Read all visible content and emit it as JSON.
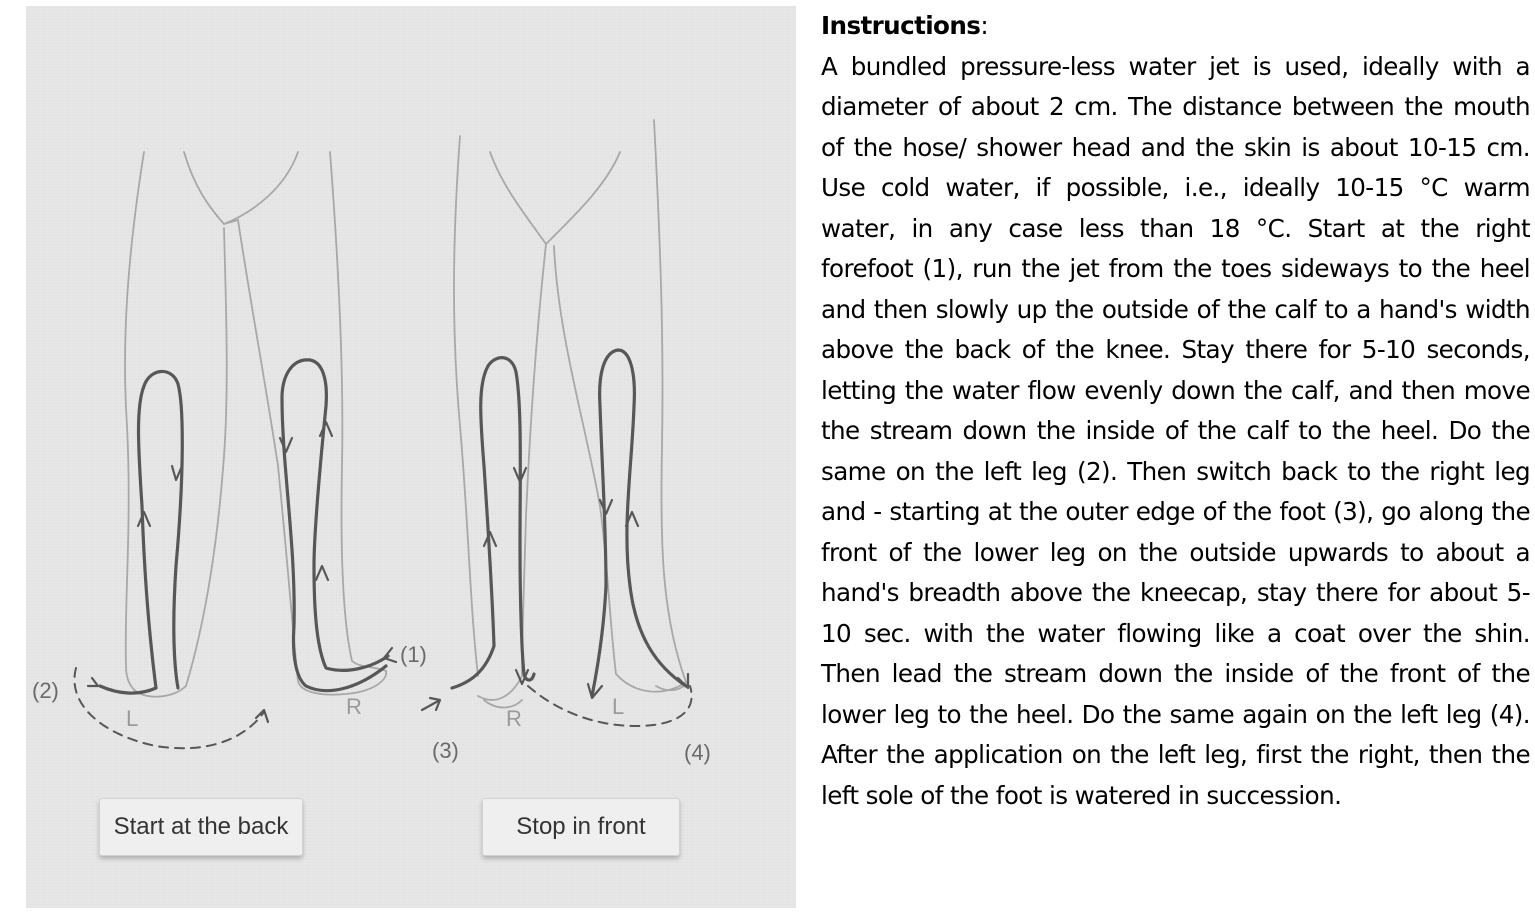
{
  "figure": {
    "labels": {
      "step1": "(1)",
      "step2": "(2)",
      "step3": "(3)",
      "step4": "(4)"
    },
    "side_letters": {
      "back_left": "L",
      "back_right": "R",
      "front_right": "R",
      "front_left": "L"
    },
    "buttons": {
      "back_label": "Start at the back",
      "front_label": "Stop in front"
    },
    "colors": {
      "panel_background": "#e7e7e7",
      "outline": "#a8a8a8",
      "path": "#575757"
    }
  },
  "instructions": {
    "heading": "Instructions",
    "heading_suffix": ":",
    "body": "A bundled pressure-less water jet is used, ideally with a diameter of about 2 cm. The distance between the mouth of the hose/ shower head and the skin is about 10-15 cm. Use cold water, if possible, i.e., ideally 10-15 °C warm water, in any case less than 18 °C. Start at the right forefoot (1), run the jet from the toes sideways to the heel and then slowly up the outside of the calf to a hand's width above the back of the knee. Stay there for 5-10 seconds, letting the water flow evenly down the calf, and then move the stream down the inside of the calf to the heel. Do the same on the left leg (2). Then switch back to the right leg and - starting at the outer edge of the foot (3), go along the front of the lower leg on the outside upwards to about a hand's breadth above the kneecap, stay there for about 5-10 sec. with the water flowing like a coat over the shin. Then lead the stream down the inside of the front of the lower leg to the heel. Do the same again on the left leg (4). After the application on the left leg, first the right, then the left sole of the foot is watered in succession."
  }
}
